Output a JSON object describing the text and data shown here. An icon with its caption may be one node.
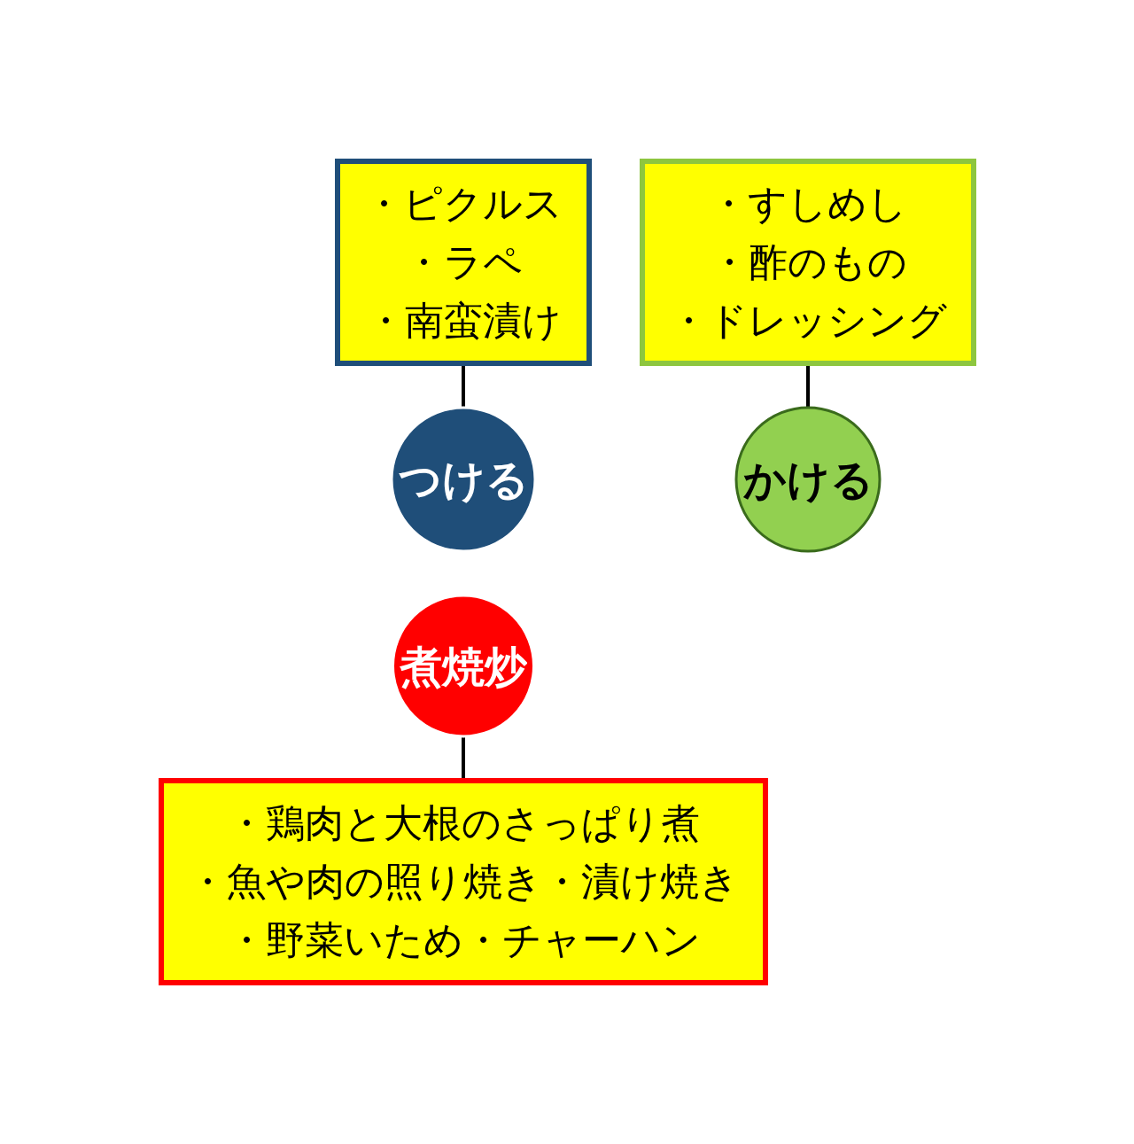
{
  "diagram": {
    "nodes": [
      {
        "text": [
          "・ピクルス",
          "・ラペ",
          "・南蛮漬け"
        ]
      },
      {
        "text": [
          "・すしめし",
          "・酢のもの",
          "・ドレッシング"
        ]
      },
      {
        "text": [
          "つける"
        ]
      },
      {
        "text": [
          "かける"
        ]
      },
      {
        "text": [
          "煮焼炒"
        ]
      },
      {
        "text": [
          "・鶏肉と大根のさっぱり煮",
          "・魚や肉の照り焼き・漬け焼き",
          "・野菜いため・チャーハン"
        ]
      }
    ],
    "edges": [
      {
        "from": 0,
        "to": 2,
        "arrow": "none"
      },
      {
        "from": 1,
        "to": 3,
        "arrow": "none"
      },
      {
        "from": 4,
        "to": 5,
        "arrow": "none"
      }
    ]
  }
}
